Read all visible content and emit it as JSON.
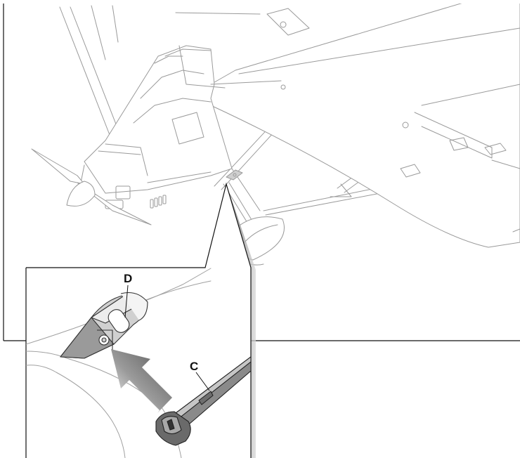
{
  "diagram": {
    "callouts": [
      {
        "id": "D",
        "label": "D"
      },
      {
        "id": "C",
        "label": "C"
      }
    ]
  }
}
